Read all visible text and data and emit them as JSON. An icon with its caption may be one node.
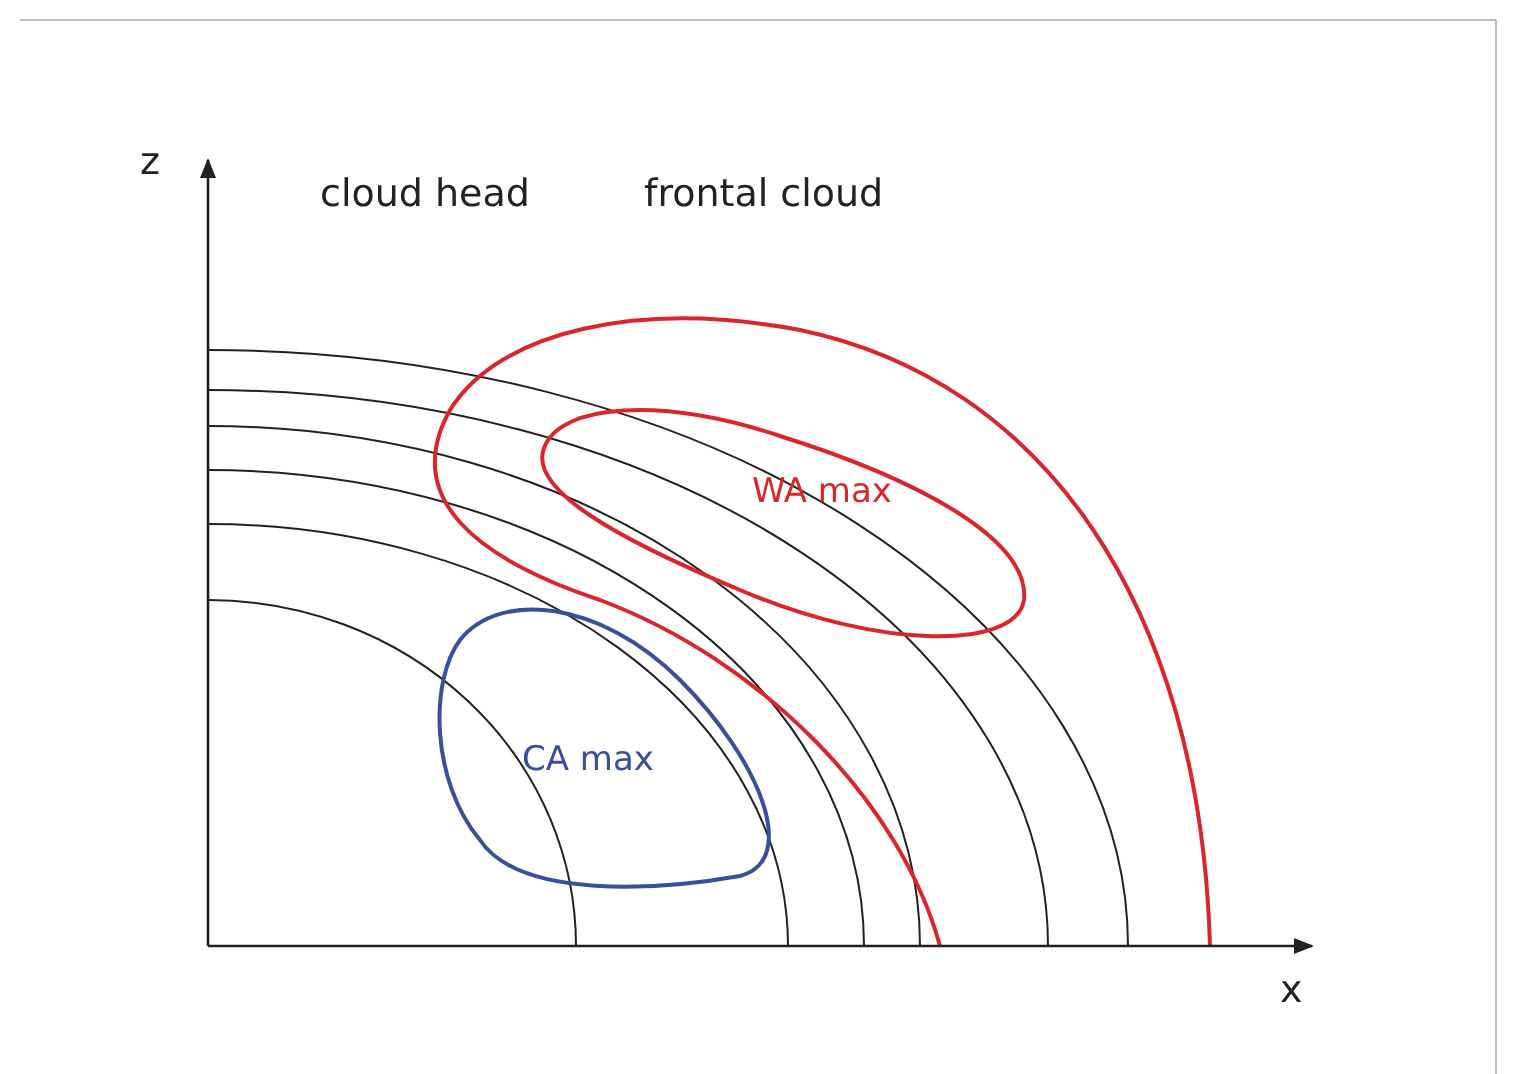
{
  "diagram": {
    "nodes": [
      {
        "text": [
          "WA max"
        ]
      },
      {
        "text": [
          "CA max"
        ]
      }
    ],
    "labels": [
      "z",
      "cloud head",
      "frontal cloud",
      "x"
    ]
  }
}
